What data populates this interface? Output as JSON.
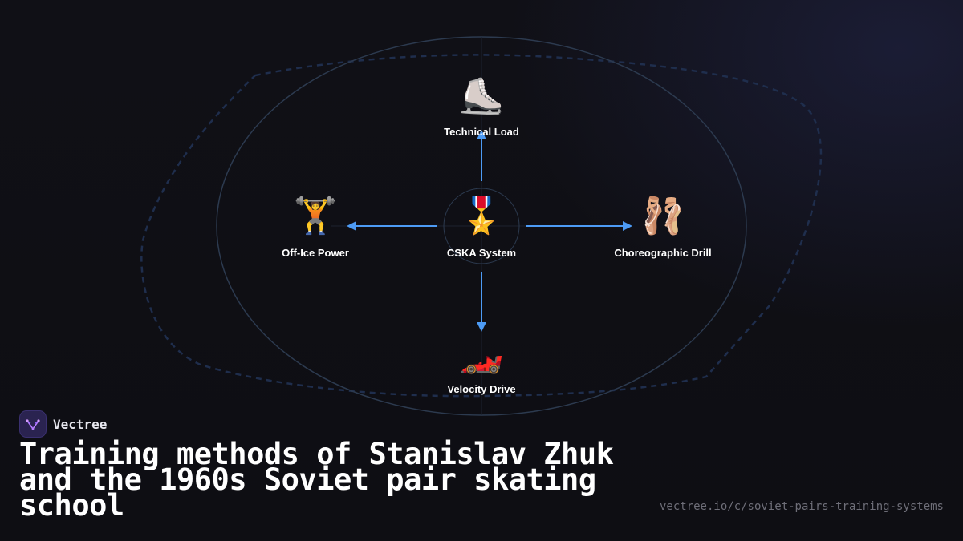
{
  "brand": {
    "name": "Vectree",
    "logo_icon": "vectree-logo-icon"
  },
  "title": "Training methods of Stanislav Zhuk and the 1960s Soviet pair skating school",
  "source_url": "vectree.io/c/soviet-pairs-training-systems",
  "diagram": {
    "center": {
      "label": "CSKA System",
      "icon": "🎖️",
      "icon_name": "military-medal-icon"
    },
    "nodes": [
      {
        "id": "top",
        "label": "Technical Load",
        "icon": "⛸️",
        "icon_name": "ice-skate-icon"
      },
      {
        "id": "left",
        "label": "Off-Ice Power",
        "icon": "🏋️",
        "icon_name": "weight-lifter-icon"
      },
      {
        "id": "right",
        "label": "Choreographic Drill",
        "icon": "🩰",
        "icon_name": "ballet-shoes-icon"
      },
      {
        "id": "bottom",
        "label": "Velocity Drive",
        "icon": "🏎️",
        "icon_name": "racing-car-icon"
      }
    ]
  },
  "colors": {
    "arrow": "#4d9bf5",
    "orbit": "#2c3a4f",
    "dashed_outline": "#1f2e4d",
    "background": "#0f0f14"
  }
}
